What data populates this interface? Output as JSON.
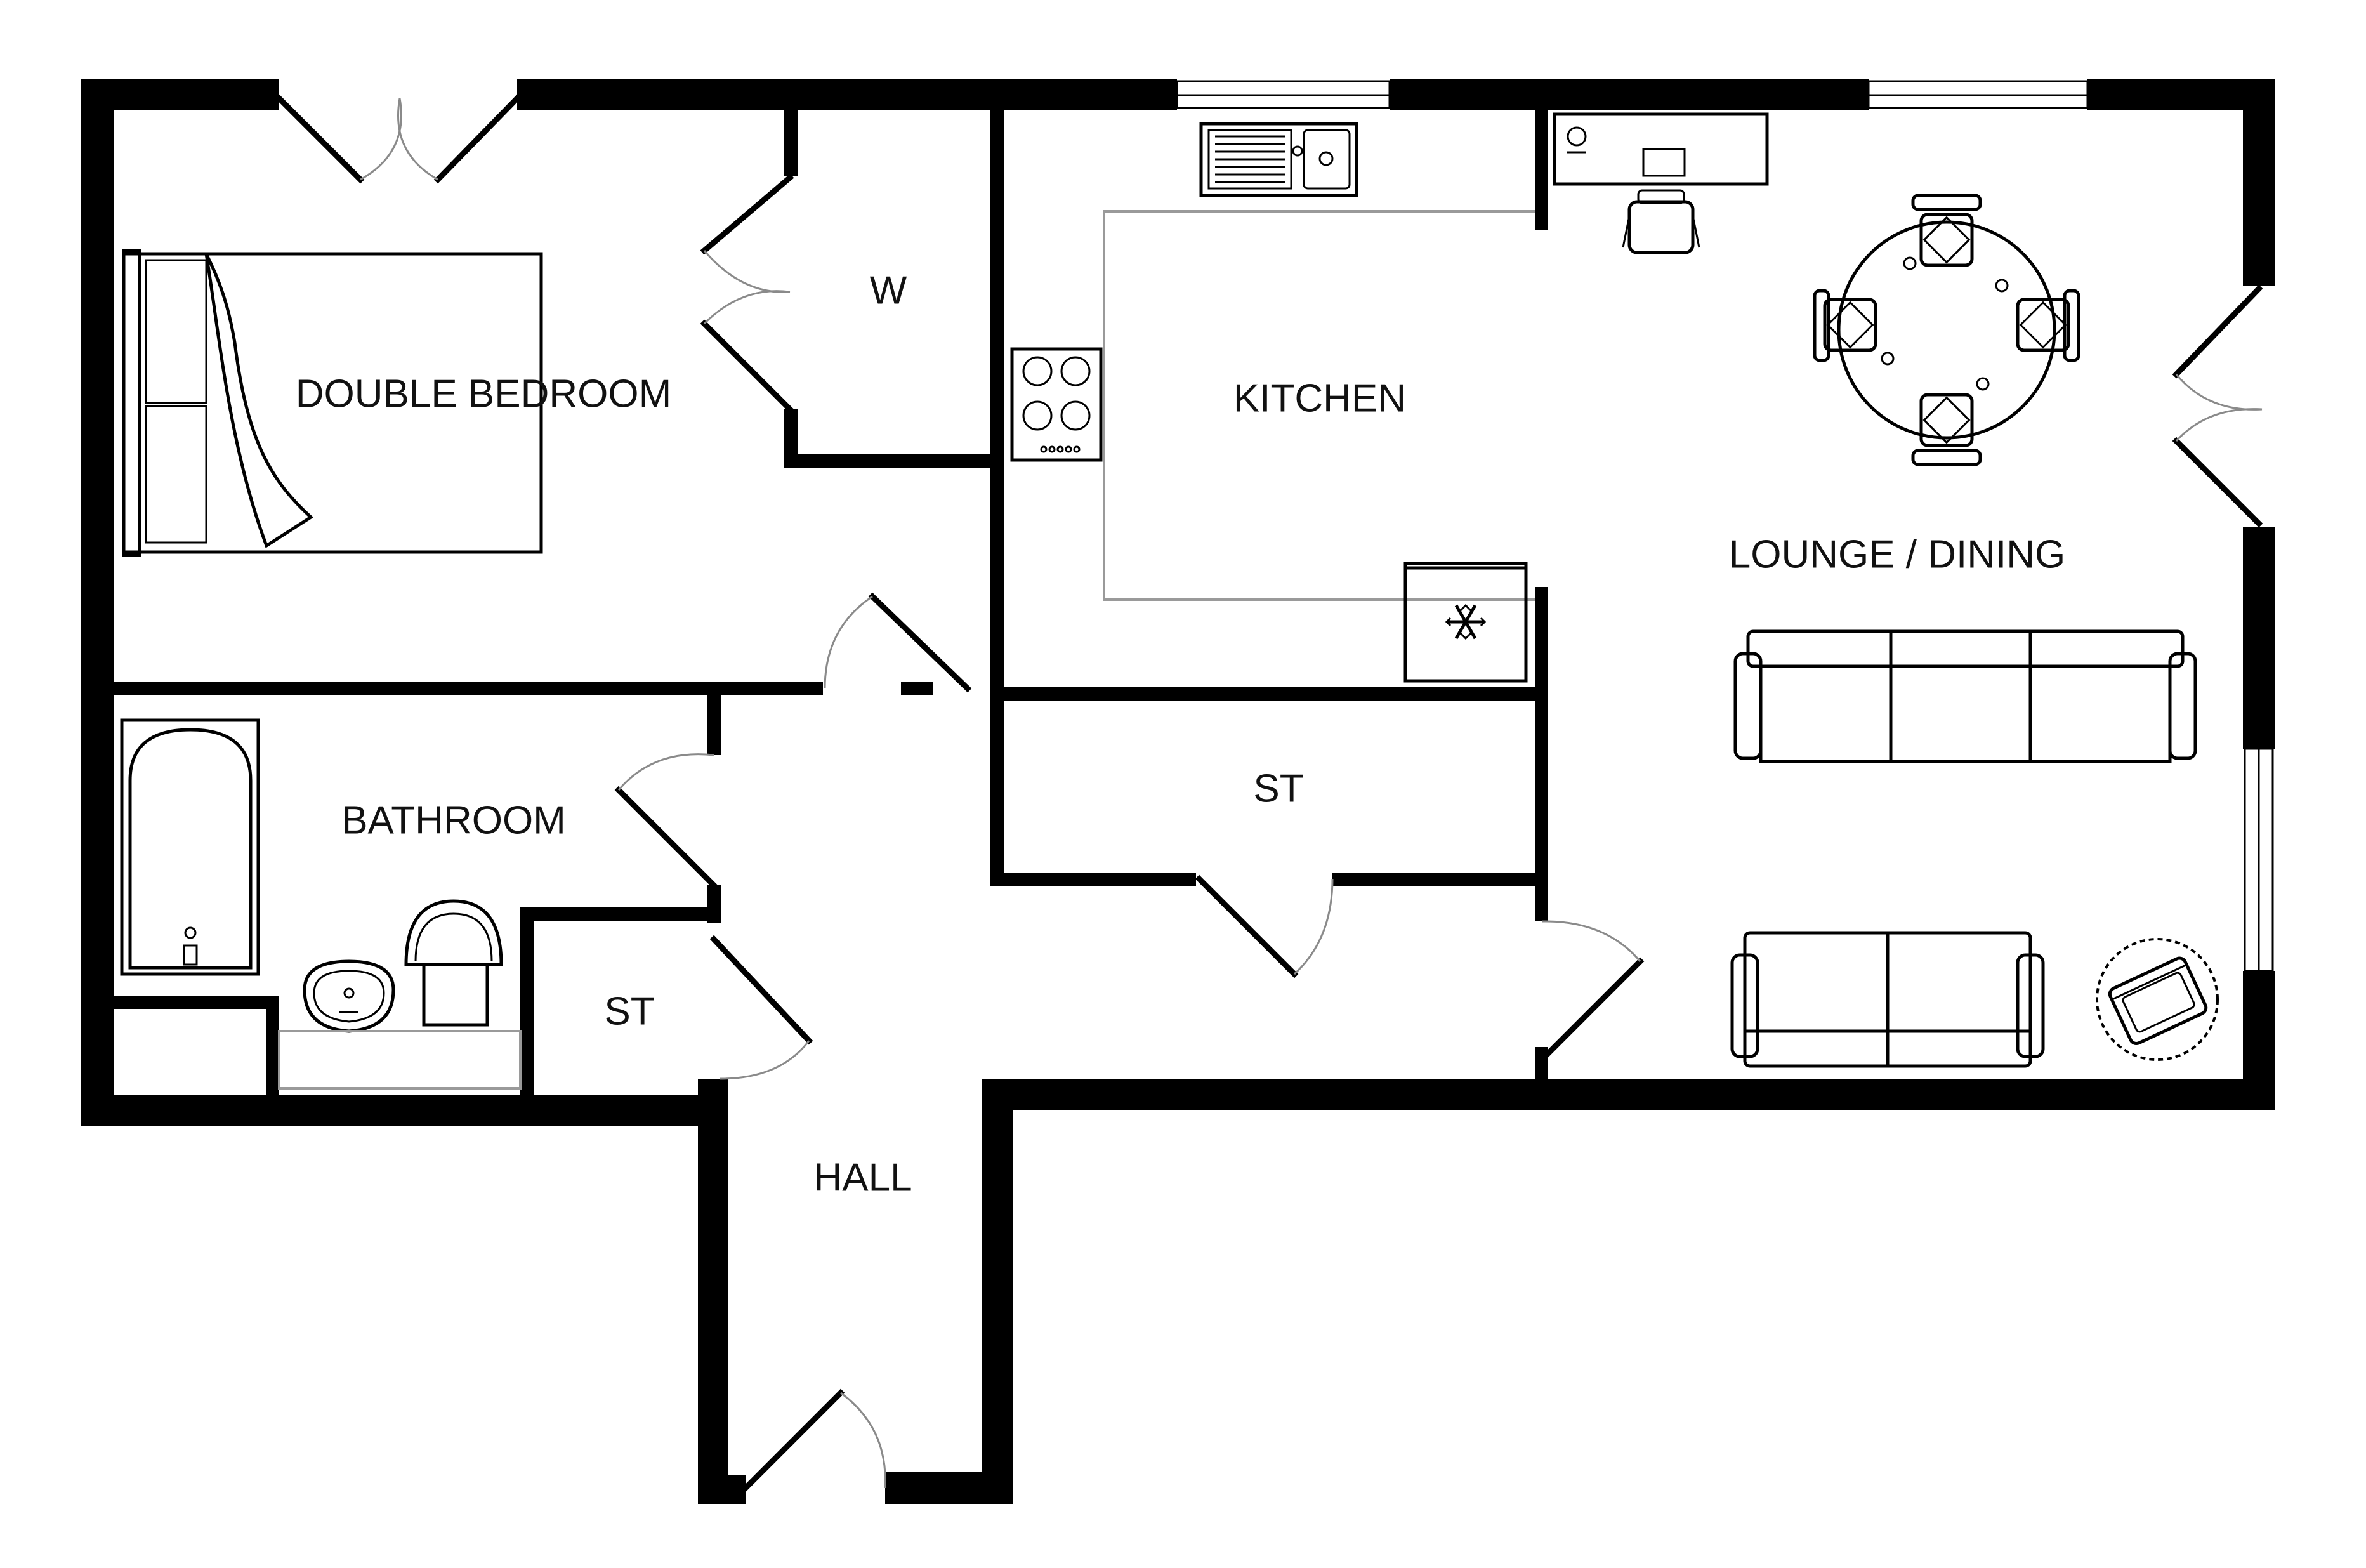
{
  "rooms": {
    "double_bedroom": "DOUBLE BEDROOM",
    "wardrobe": "W",
    "kitchen": "KITCHEN",
    "lounge_dining": "LOUNGE / DINING",
    "bathroom": "BATHROOM",
    "store_1": "ST",
    "store_2": "ST",
    "hall": "HALL"
  },
  "icons": {
    "fridge": "snowflake-icon"
  },
  "colors": {
    "wall": "#000000",
    "background": "#ffffff",
    "worktop": "#9a9a9a"
  }
}
